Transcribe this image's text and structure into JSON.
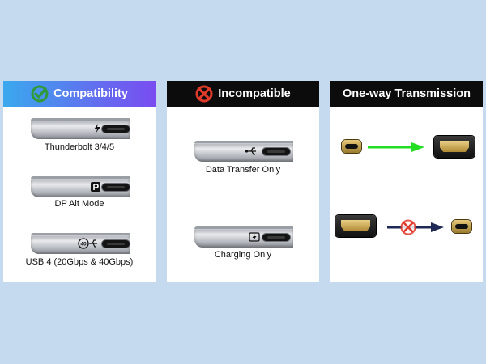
{
  "compatibility": {
    "title": "Compatibility",
    "items": [
      {
        "label": "Thunderbolt 3/4/5",
        "port_icon": "thunderbolt-icon"
      },
      {
        "label": "DP Alt Mode",
        "port_icon": "displayport-icon"
      },
      {
        "label": "USB 4 (20Gbps & 40Gbps)",
        "port_icon": "usb4-40-icon",
        "icon_text": "40"
      }
    ],
    "header_icon": "check-circle-icon",
    "header_color": "#2f9a3a"
  },
  "incompatible": {
    "title": "Incompatible",
    "items": [
      {
        "label": "Data Transfer Only",
        "port_icon": "usb-data-icon"
      },
      {
        "label": "Charging Only",
        "port_icon": "charging-icon"
      }
    ],
    "header_icon": "x-circle-icon",
    "header_color": "#e23a2a"
  },
  "transmission": {
    "title": "One-way Transmission",
    "rows": [
      {
        "from": "usb-c-connector-icon",
        "to": "hdmi-connector-icon",
        "arrow": "green-arrow-icon",
        "arrow_color": "#22dd22"
      },
      {
        "from": "hdmi-connector-icon",
        "to": "usb-c-connector-icon",
        "arrow": "blocked-arrow-icon",
        "arrow_color": "#1e2a55",
        "blocked_color": "#e23a2a"
      }
    ]
  },
  "background_color": "#c5d9ef"
}
